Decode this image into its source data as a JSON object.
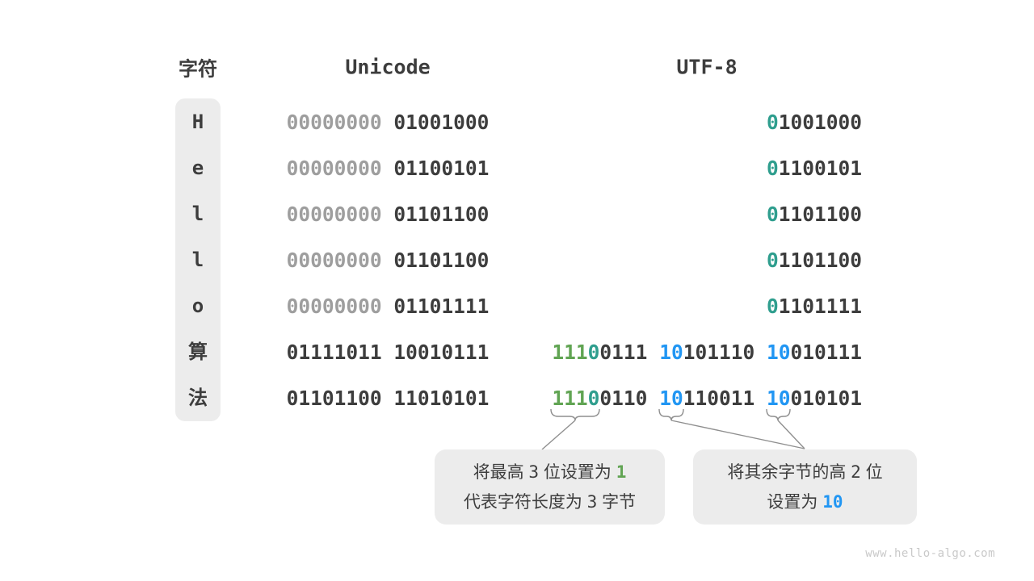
{
  "colors": {
    "dark": "#3d3d3d",
    "gray": "#9e9e9e",
    "green": "#61a453",
    "teal": "#2f9e8e",
    "blue": "#2196f3",
    "box_bg": "#ececec",
    "line": "#8f8f8f",
    "watermark": "#c9c9c9"
  },
  "header": {
    "char_label": "字符",
    "unicode_label": "Unicode",
    "utf8_label": "UTF-8"
  },
  "table": {
    "rows": [
      {
        "char": "H",
        "unicode": [
          {
            "t": "00000000",
            "c": "gray"
          },
          {
            "t": " 01001000",
            "c": "dark"
          }
        ],
        "utf8": [
          {
            "t": "0",
            "c": "teal"
          },
          {
            "t": "1001000",
            "c": "dark"
          }
        ]
      },
      {
        "char": "e",
        "unicode": [
          {
            "t": "00000000",
            "c": "gray"
          },
          {
            "t": " 01100101",
            "c": "dark"
          }
        ],
        "utf8": [
          {
            "t": "0",
            "c": "teal"
          },
          {
            "t": "1100101",
            "c": "dark"
          }
        ]
      },
      {
        "char": "l",
        "unicode": [
          {
            "t": "00000000",
            "c": "gray"
          },
          {
            "t": " 01101100",
            "c": "dark"
          }
        ],
        "utf8": [
          {
            "t": "0",
            "c": "teal"
          },
          {
            "t": "1101100",
            "c": "dark"
          }
        ]
      },
      {
        "char": "l",
        "unicode": [
          {
            "t": "00000000",
            "c": "gray"
          },
          {
            "t": " 01101100",
            "c": "dark"
          }
        ],
        "utf8": [
          {
            "t": "0",
            "c": "teal"
          },
          {
            "t": "1101100",
            "c": "dark"
          }
        ]
      },
      {
        "char": "o",
        "unicode": [
          {
            "t": "00000000",
            "c": "gray"
          },
          {
            "t": " 01101111",
            "c": "dark"
          }
        ],
        "utf8": [
          {
            "t": "0",
            "c": "teal"
          },
          {
            "t": "1101111",
            "c": "dark"
          }
        ]
      },
      {
        "char": "算",
        "unicode": [
          {
            "t": "01111011 10010111",
            "c": "dark"
          }
        ],
        "utf8": [
          {
            "t": "111",
            "c": "green"
          },
          {
            "t": "0",
            "c": "teal"
          },
          {
            "t": "0111 ",
            "c": "dark"
          },
          {
            "t": "10",
            "c": "blue"
          },
          {
            "t": "101110 ",
            "c": "dark"
          },
          {
            "t": "10",
            "c": "blue"
          },
          {
            "t": "010111",
            "c": "dark"
          }
        ]
      },
      {
        "char": "法",
        "unicode": [
          {
            "t": "01101100 11010101",
            "c": "dark"
          }
        ],
        "utf8": [
          {
            "t": "111",
            "c": "green"
          },
          {
            "t": "0",
            "c": "teal"
          },
          {
            "t": "0110 ",
            "c": "dark"
          },
          {
            "t": "10",
            "c": "blue"
          },
          {
            "t": "110011 ",
            "c": "dark"
          },
          {
            "t": "10",
            "c": "blue"
          },
          {
            "t": "010101",
            "c": "dark"
          }
        ]
      }
    ]
  },
  "callouts": [
    {
      "lines": [
        [
          {
            "t": "将最高 "
          },
          {
            "t": "3",
            "mono": true
          },
          {
            "t": " 位设置为 "
          },
          {
            "t": "1",
            "c": "green",
            "mono": true,
            "bold": true
          }
        ],
        [
          {
            "t": "代表字符长度为 "
          },
          {
            "t": "3",
            "mono": true
          },
          {
            "t": " 字节"
          }
        ]
      ]
    },
    {
      "lines": [
        [
          {
            "t": "将其余字节的高 "
          },
          {
            "t": "2",
            "mono": true
          },
          {
            "t": " 位"
          }
        ],
        [
          {
            "t": "设置为 "
          },
          {
            "t": "10",
            "c": "blue",
            "mono": true,
            "bold": true
          }
        ]
      ]
    }
  ],
  "watermark": "www.hello-algo.com"
}
